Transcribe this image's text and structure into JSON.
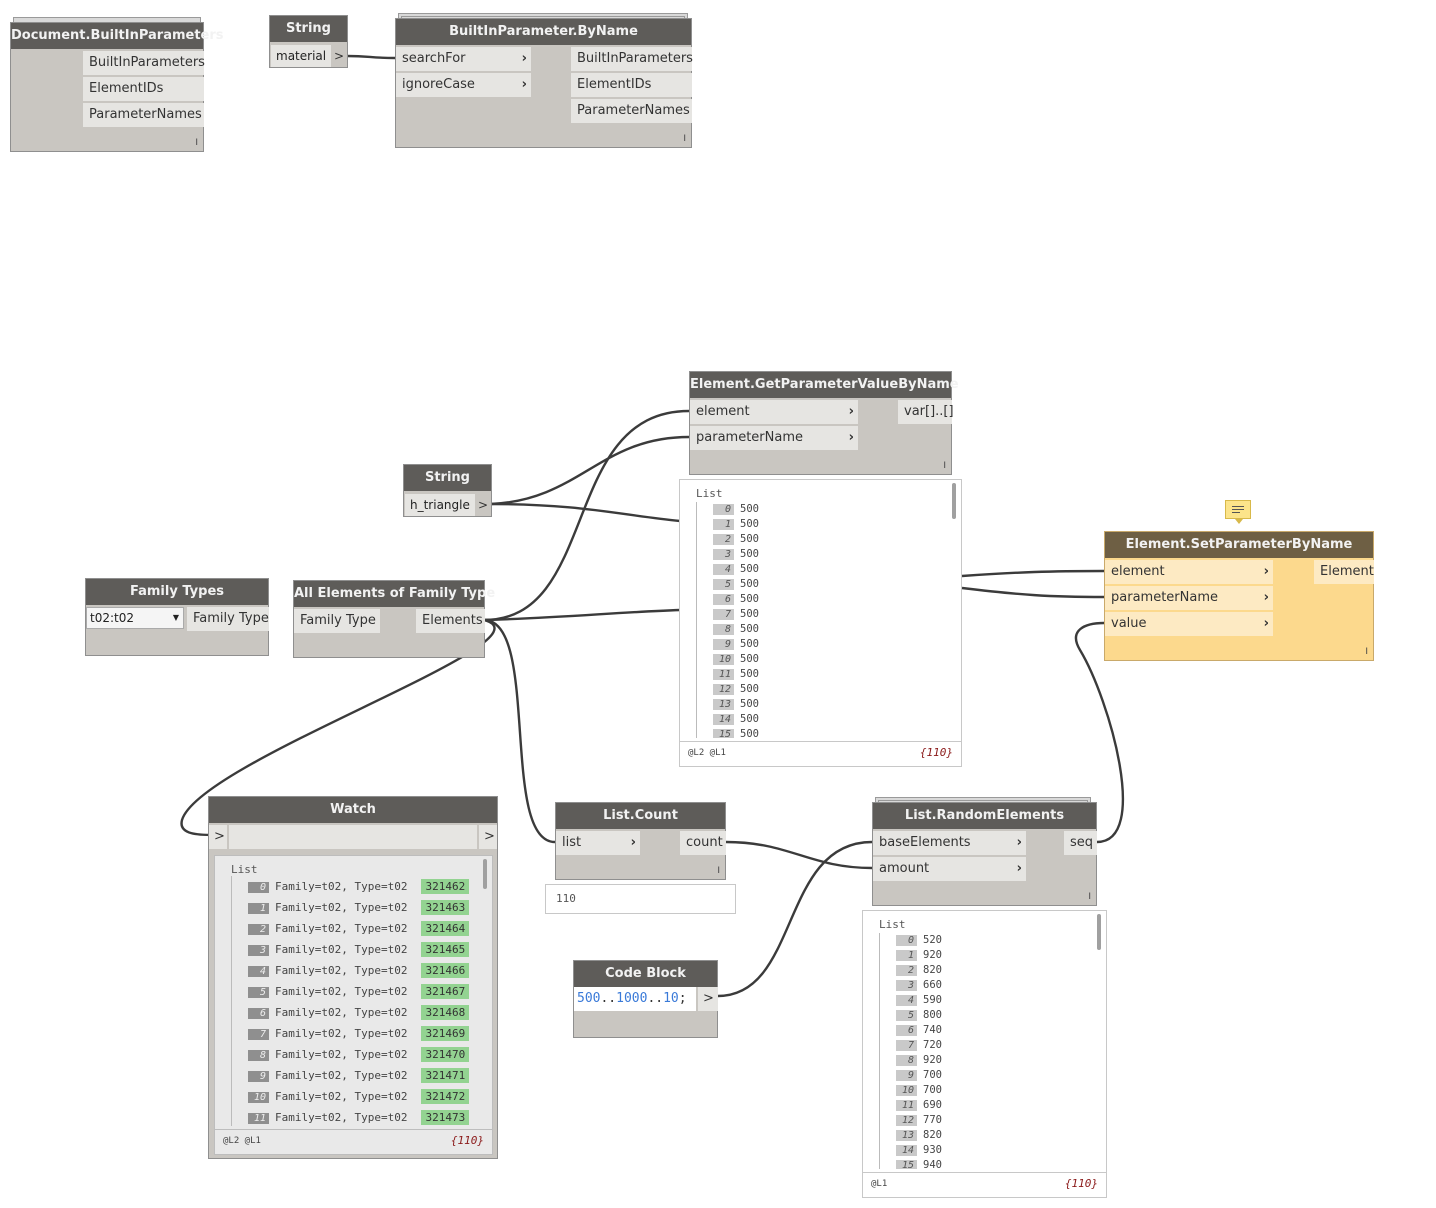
{
  "nodes": {
    "doc_builtin": {
      "title": "Document.BuiltInParameters",
      "outputs": [
        "BuiltInParameters",
        "ElementIDs",
        "ParameterNames"
      ],
      "lacing": "I"
    },
    "string_material": {
      "title": "String",
      "value": "material",
      "out": ">"
    },
    "bip_byname": {
      "title": "BuiltInParameter.ByName",
      "inputs": [
        "searchFor",
        "ignoreCase"
      ],
      "outputs": [
        "BuiltInParameters",
        "ElementIDs",
        "ParameterNames"
      ],
      "lacing": "I"
    },
    "get_param": {
      "title": "Element.GetParameterValueByName",
      "inputs": [
        "element",
        "parameterName"
      ],
      "outputs": [
        "var[]..[]"
      ],
      "lacing": "I"
    },
    "string_triangle": {
      "title": "String",
      "value": "h_triangle",
      "out": ">"
    },
    "family_types": {
      "title": "Family Types",
      "selected": "t02:t02",
      "outputs": [
        "Family Type"
      ]
    },
    "all_elements": {
      "title": "All Elements of Family Type",
      "inputs": [
        "Family Type"
      ],
      "outputs": [
        "Elements"
      ]
    },
    "set_param": {
      "title": "Element.SetParameterByName",
      "inputs": [
        "element",
        "parameterName",
        "value"
      ],
      "outputs": [
        "Element"
      ],
      "lacing": "I"
    },
    "watch": {
      "title": "Watch",
      "in": ">",
      "out": ">"
    },
    "list_count": {
      "title": "List.Count",
      "inputs": [
        "list"
      ],
      "outputs": [
        "count"
      ],
      "lacing": "I",
      "preview": "110"
    },
    "random_elements": {
      "title": "List.RandomElements",
      "inputs": [
        "baseElements",
        "amount"
      ],
      "outputs": [
        "seq"
      ],
      "lacing": "I"
    },
    "code_block": {
      "title": "Code Block",
      "code_start": "500",
      "code_dots1": "..",
      "code_mid": "1000",
      "code_dots2": "..",
      "code_step": "10",
      "code_end": ";",
      "out": ">"
    }
  },
  "preview_get_param": {
    "header": "List",
    "indices": [
      "0",
      "1",
      "2",
      "3",
      "4",
      "5",
      "6",
      "7",
      "8",
      "9",
      "10",
      "11",
      "12",
      "13",
      "14",
      "15"
    ],
    "values": [
      "500",
      "500",
      "500",
      "500",
      "500",
      "500",
      "500",
      "500",
      "500",
      "500",
      "500",
      "500",
      "500",
      "500",
      "500",
      "500"
    ],
    "levels": "@L2 @L1",
    "count": "{110}"
  },
  "preview_watch": {
    "header": "List",
    "indices": [
      "0",
      "1",
      "2",
      "3",
      "4",
      "5",
      "6",
      "7",
      "8",
      "9",
      "10",
      "11"
    ],
    "labels": [
      "Family=t02, Type=t02",
      "Family=t02, Type=t02",
      "Family=t02, Type=t02",
      "Family=t02, Type=t02",
      "Family=t02, Type=t02",
      "Family=t02, Type=t02",
      "Family=t02, Type=t02",
      "Family=t02, Type=t02",
      "Family=t02, Type=t02",
      "Family=t02, Type=t02",
      "Family=t02, Type=t02",
      "Family=t02, Type=t02"
    ],
    "ids": [
      "321462",
      "321463",
      "321464",
      "321465",
      "321466",
      "321467",
      "321468",
      "321469",
      "321470",
      "321471",
      "321472",
      "321473"
    ],
    "levels": "@L2 @L1",
    "count": "{110}"
  },
  "preview_random": {
    "header": "List",
    "indices": [
      "0",
      "1",
      "2",
      "3",
      "4",
      "5",
      "6",
      "7",
      "8",
      "9",
      "10",
      "11",
      "12",
      "13",
      "14",
      "15"
    ],
    "values": [
      "520",
      "920",
      "820",
      "660",
      "590",
      "800",
      "740",
      "720",
      "920",
      "700",
      "700",
      "690",
      "770",
      "820",
      "930",
      "940"
    ],
    "levels": "@L1",
    "count": "{110}"
  },
  "colors": {
    "node_header": "#5e5c59",
    "node_body": "#c9c6c1",
    "selected_body": "#fcd98d",
    "selected_header": "#6e5f44",
    "element_highlight": "#93d391",
    "code_number": "#3a7ad8",
    "count_text": "#8b1a1a"
  },
  "icons": [
    "comment-icon",
    "dropdown-arrow-icon",
    "chevron-right-icon"
  ]
}
